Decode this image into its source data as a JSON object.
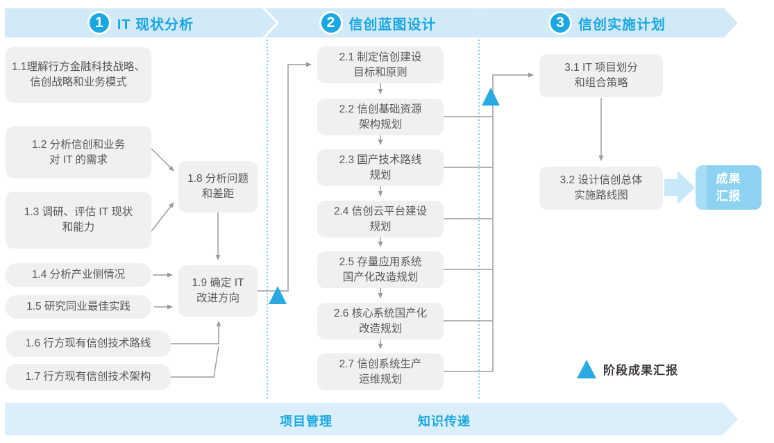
{
  "header": {
    "phases": [
      {
        "number": "1",
        "title": "IT 现状分析"
      },
      {
        "number": "2",
        "title": "信创蓝图设计"
      },
      {
        "number": "3",
        "title": "信创实施计划"
      }
    ]
  },
  "phase1": {
    "boxes": [
      {
        "id": "1.1",
        "text": "1.1理解行方金融科技战略、\n信创战略和业务模式"
      },
      {
        "id": "1.2",
        "text": "1.2 分析信创和业务\n对 IT 的需求"
      },
      {
        "id": "1.3",
        "text": "1.3 调研、评估 IT 现状\n和能力"
      },
      {
        "id": "1.4",
        "text": "1.4 分析产业侧情况"
      },
      {
        "id": "1.5",
        "text": "1.5 研究同业最佳实践"
      },
      {
        "id": "1.6",
        "text": "1.6 行方现有信创技术路线"
      },
      {
        "id": "1.7",
        "text": "1.7 行方现有信创技术架构"
      },
      {
        "id": "1.8",
        "text": "1.8 分析问题\n和差距"
      },
      {
        "id": "1.9",
        "text": "1.9 确定 IT\n改进方向"
      }
    ]
  },
  "phase2": {
    "boxes": [
      {
        "id": "2.1",
        "text": "2.1 制定信创建设\n目标和原则"
      },
      {
        "id": "2.2",
        "text": "2.2 信创基础资源\n架构规划"
      },
      {
        "id": "2.3",
        "text": "2.3 国产技术路线\n规划"
      },
      {
        "id": "2.4",
        "text": "2.4 信创云平台建设\n规划"
      },
      {
        "id": "2.5",
        "text": "2.5 存量应用系统\n国产化改造规划"
      },
      {
        "id": "2.6",
        "text": "2.6 核心系统国产化\n改造规划"
      },
      {
        "id": "2.7",
        "text": "2.7 信创系统生产\n运维规划"
      }
    ]
  },
  "phase3": {
    "boxes": [
      {
        "id": "3.1",
        "text": "3.1 IT 项目划分\n和组合策略"
      },
      {
        "id": "3.2",
        "text": "3.2 设计信创总体\n实施路线图"
      }
    ],
    "result_label": "成果\n汇报"
  },
  "legend": {
    "milestone_label": "阶段成果汇报"
  },
  "footer": {
    "items": [
      "项目管理",
      "知识传递"
    ]
  },
  "colors": {
    "accent_blue": "#1ba7e2",
    "band_blue": "#d2eaf8",
    "box_gray": "#f0f0f0",
    "box_text_gray": "#595757",
    "line_gray": "#9b9b9b",
    "result_box_blue": "#8ed2f2",
    "fat_arrow_blue": "#c7e8f9",
    "legend_text": "#3e3a39"
  }
}
